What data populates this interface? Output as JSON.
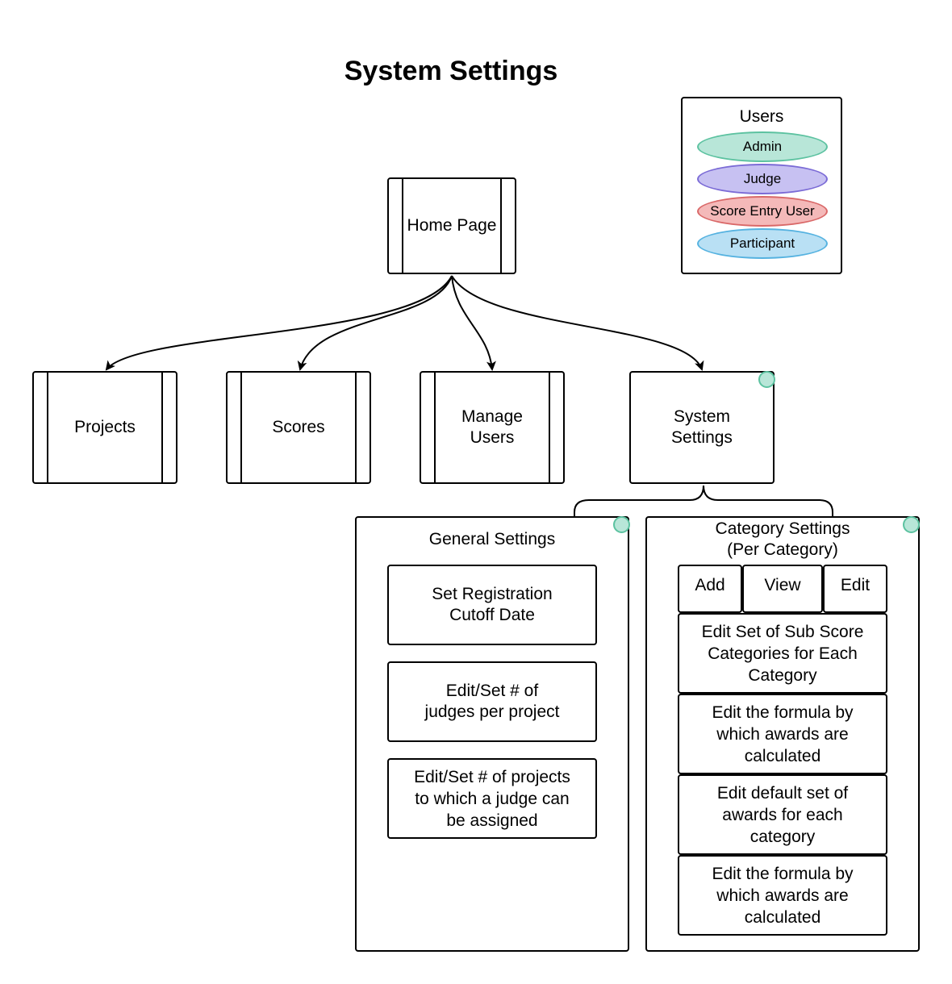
{
  "title": "System Settings",
  "colors": {
    "admin": "#b8e6d8",
    "admin_border": "#5cc2a0",
    "judge": "#c7c1f2",
    "judge_border": "#7b6bd6",
    "score_entry": "#f4b9b9",
    "score_entry_border": "#d96868",
    "participant": "#b9e0f4",
    "participant_border": "#55b2e0"
  },
  "legend": {
    "title": "Users",
    "roles": [
      "Admin",
      "Judge",
      "Score Entry User",
      "Participant"
    ]
  },
  "home": "Home Page",
  "pages": {
    "projects": "Projects",
    "scores": "Scores",
    "manage_users": "Manage Users",
    "system_settings": "System Settings"
  },
  "general": {
    "title": "General Settings",
    "items": [
      "Set Registration Cutoff Date",
      "Edit/Set # of judges per project",
      "Edit/Set # of projects to which a judge can be assigned"
    ]
  },
  "category": {
    "title": "Category Settings (Per Category)",
    "actions": [
      "Add",
      "View",
      "Edit"
    ],
    "items": [
      "Edit Set of Sub Score Categories for Each Category",
      "Edit the formula by which awards are calculated",
      "Edit default set of awards for each category",
      "Edit the formula by which awards are calculated"
    ]
  }
}
